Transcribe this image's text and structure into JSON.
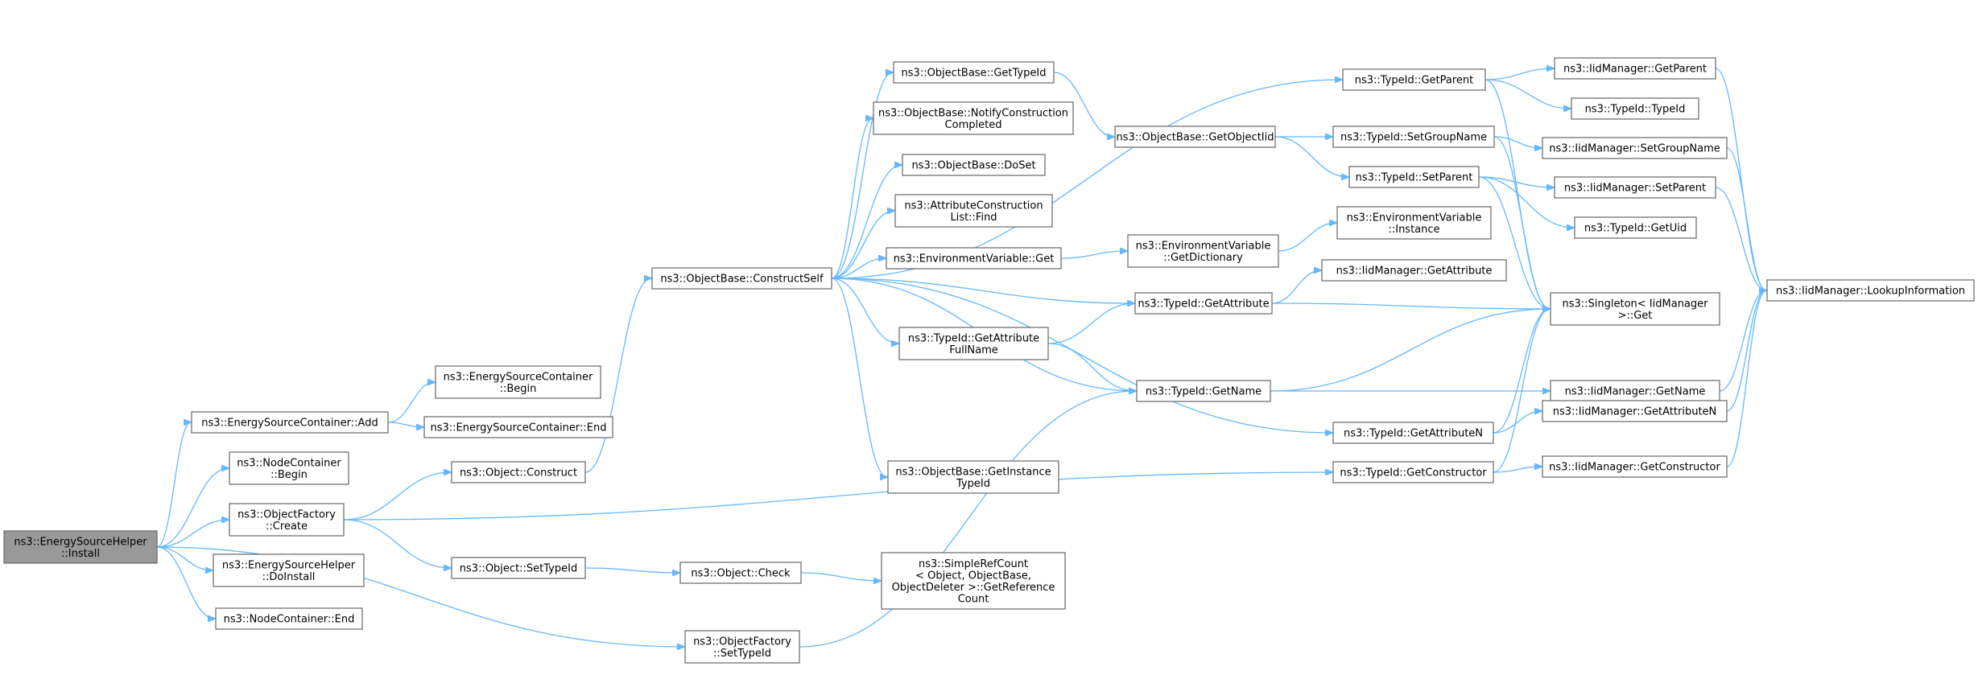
{
  "diagram": {
    "type": "call-graph",
    "colors": {
      "edge": "#63b8ff",
      "root_fill": "#999999",
      "node_border": "#666666"
    },
    "nodes": [
      {
        "id": "install",
        "label": [
          "ns3::EnergySourceHelper",
          "::Install"
        ],
        "root": true
      },
      {
        "id": "esc_add",
        "label": [
          "ns3::EnergySourceContainer::Add"
        ]
      },
      {
        "id": "nc_begin",
        "label": [
          "ns3::NodeContainer",
          "::Begin"
        ]
      },
      {
        "id": "of_create",
        "label": [
          "ns3::ObjectFactory",
          "::Create"
        ]
      },
      {
        "id": "esh_doinstall",
        "label": [
          "ns3::EnergySourceHelper",
          "::DoInstall"
        ]
      },
      {
        "id": "nc_end",
        "label": [
          "ns3::NodeContainer::End"
        ]
      },
      {
        "id": "of_settypeid",
        "label": [
          "ns3::ObjectFactory",
          "::SetTypeId"
        ]
      },
      {
        "id": "esc_begin",
        "label": [
          "ns3::EnergySourceContainer",
          "::Begin"
        ]
      },
      {
        "id": "esc_end",
        "label": [
          "ns3::EnergySourceContainer::End"
        ]
      },
      {
        "id": "obj_construct",
        "label": [
          "ns3::Object::Construct"
        ]
      },
      {
        "id": "obj_settypeid",
        "label": [
          "ns3::Object::SetTypeId"
        ]
      },
      {
        "id": "ob_constructself",
        "label": [
          "ns3::ObjectBase::ConstructSelf"
        ]
      },
      {
        "id": "obj_check",
        "label": [
          "ns3::Object::Check"
        ]
      },
      {
        "id": "ob_gettypeid",
        "label": [
          "ns3::ObjectBase::GetTypeId"
        ]
      },
      {
        "id": "ob_notify",
        "label": [
          "ns3::ObjectBase::NotifyConstruction",
          "Completed"
        ]
      },
      {
        "id": "ob_doset",
        "label": [
          "ns3::ObjectBase::DoSet"
        ]
      },
      {
        "id": "acl_find",
        "label": [
          "ns3::AttributeConstruction",
          "List::Find"
        ]
      },
      {
        "id": "ev_get",
        "label": [
          "ns3::EnvironmentVariable::Get"
        ]
      },
      {
        "id": "tid_getattrfull",
        "label": [
          "ns3::TypeId::GetAttribute",
          "FullName"
        ]
      },
      {
        "id": "ob_getinstance",
        "label": [
          "ns3::ObjectBase::GetInstance",
          "TypeId"
        ]
      },
      {
        "id": "src_getref",
        "label": [
          "ns3::SimpleRefCount",
          "< Object, ObjectBase,",
          "ObjectDeleter >::GetReference",
          "Count"
        ]
      },
      {
        "id": "ob_getobjectiid",
        "label": [
          "ns3::ObjectBase::GetObjectIid"
        ]
      },
      {
        "id": "ev_getdict",
        "label": [
          "ns3::EnvironmentVariable",
          "::GetDictionary"
        ]
      },
      {
        "id": "tid_getattribute",
        "label": [
          "ns3::TypeId::GetAttribute"
        ]
      },
      {
        "id": "tid_getname",
        "label": [
          "ns3::TypeId::GetName"
        ]
      },
      {
        "id": "tid_getparent",
        "label": [
          "ns3::TypeId::GetParent"
        ]
      },
      {
        "id": "tid_setgroupname",
        "label": [
          "ns3::TypeId::SetGroupName"
        ]
      },
      {
        "id": "tid_setparent",
        "label": [
          "ns3::TypeId::SetParent"
        ]
      },
      {
        "id": "ev_instance",
        "label": [
          "ns3::EnvironmentVariable",
          "::Instance"
        ]
      },
      {
        "id": "iid_getattribute",
        "label": [
          "ns3::IidManager::GetAttribute"
        ]
      },
      {
        "id": "tid_getattributen",
        "label": [
          "ns3::TypeId::GetAttributeN"
        ]
      },
      {
        "id": "tid_getconstructor",
        "label": [
          "ns3::TypeId::GetConstructor"
        ]
      },
      {
        "id": "iid_getparent",
        "label": [
          "ns3::IidManager::GetParent"
        ]
      },
      {
        "id": "tid_typeid",
        "label": [
          "ns3::TypeId::TypeId"
        ]
      },
      {
        "id": "iid_setgroupname",
        "label": [
          "ns3::IidManager::SetGroupName"
        ]
      },
      {
        "id": "iid_setparent",
        "label": [
          "ns3::IidManager::SetParent"
        ]
      },
      {
        "id": "tid_getuid",
        "label": [
          "ns3::TypeId::GetUid"
        ]
      },
      {
        "id": "singleton_get",
        "label": [
          "ns3::Singleton< IidManager",
          ">::Get"
        ]
      },
      {
        "id": "iid_getname",
        "label": [
          "ns3::IidManager::GetName"
        ]
      },
      {
        "id": "iid_getattributen",
        "label": [
          "ns3::IidManager::GetAttributeN"
        ]
      },
      {
        "id": "iid_getconstructor",
        "label": [
          "ns3::IidManager::GetConstructor"
        ]
      },
      {
        "id": "iid_lookup",
        "label": [
          "ns3::IidManager::LookupInformation"
        ]
      }
    ],
    "edges": [
      [
        "install",
        "esc_add"
      ],
      [
        "install",
        "nc_begin"
      ],
      [
        "install",
        "of_create"
      ],
      [
        "install",
        "esh_doinstall"
      ],
      [
        "install",
        "nc_end"
      ],
      [
        "install",
        "of_settypeid"
      ],
      [
        "esc_add",
        "esc_begin"
      ],
      [
        "esc_add",
        "esc_end"
      ],
      [
        "of_create",
        "obj_construct"
      ],
      [
        "of_create",
        "obj_settypeid"
      ],
      [
        "of_create",
        "tid_getconstructor"
      ],
      [
        "of_settypeid",
        "tid_getname"
      ],
      [
        "obj_construct",
        "ob_constructself"
      ],
      [
        "obj_settypeid",
        "obj_check"
      ],
      [
        "obj_check",
        "src_getref"
      ],
      [
        "ob_constructself",
        "tid_getparent"
      ],
      [
        "ob_constructself",
        "ob_gettypeid"
      ],
      [
        "ob_constructself",
        "ob_notify"
      ],
      [
        "ob_constructself",
        "ob_doset"
      ],
      [
        "ob_constructself",
        "acl_find"
      ],
      [
        "ob_constructself",
        "ev_get"
      ],
      [
        "ob_constructself",
        "tid_getattribute"
      ],
      [
        "ob_constructself",
        "tid_getattrfull"
      ],
      [
        "ob_constructself",
        "tid_getname"
      ],
      [
        "ob_constructself",
        "tid_getattributen"
      ],
      [
        "ob_constructself",
        "ob_getinstance"
      ],
      [
        "ob_gettypeid",
        "ob_getobjectiid"
      ],
      [
        "ob_getobjectiid",
        "tid_setgroupname"
      ],
      [
        "ob_getobjectiid",
        "tid_setparent"
      ],
      [
        "ev_get",
        "ev_getdict"
      ],
      [
        "ev_getdict",
        "ev_instance"
      ],
      [
        "tid_getattrfull",
        "tid_getattribute"
      ],
      [
        "tid_getattrfull",
        "tid_getname"
      ],
      [
        "tid_getattribute",
        "iid_getattribute"
      ],
      [
        "tid_getattribute",
        "singleton_get"
      ],
      [
        "tid_getname",
        "singleton_get"
      ],
      [
        "tid_getname",
        "iid_getname"
      ],
      [
        "tid_getparent",
        "iid_getparent"
      ],
      [
        "tid_getparent",
        "tid_typeid"
      ],
      [
        "tid_getparent",
        "singleton_get"
      ],
      [
        "tid_setgroupname",
        "iid_setgroupname"
      ],
      [
        "tid_setgroupname",
        "singleton_get"
      ],
      [
        "tid_setparent",
        "iid_setparent"
      ],
      [
        "tid_setparent",
        "tid_getuid"
      ],
      [
        "tid_setparent",
        "singleton_get"
      ],
      [
        "tid_getattributen",
        "iid_getattributen"
      ],
      [
        "tid_getattributen",
        "singleton_get"
      ],
      [
        "tid_getconstructor",
        "iid_getconstructor"
      ],
      [
        "tid_getconstructor",
        "singleton_get"
      ],
      [
        "iid_getparent",
        "iid_lookup"
      ],
      [
        "iid_setgroupname",
        "iid_lookup"
      ],
      [
        "iid_setparent",
        "iid_lookup"
      ],
      [
        "iid_getname",
        "iid_lookup"
      ],
      [
        "iid_getattributen",
        "iid_lookup"
      ],
      [
        "iid_getconstructor",
        "iid_lookup"
      ]
    ]
  }
}
